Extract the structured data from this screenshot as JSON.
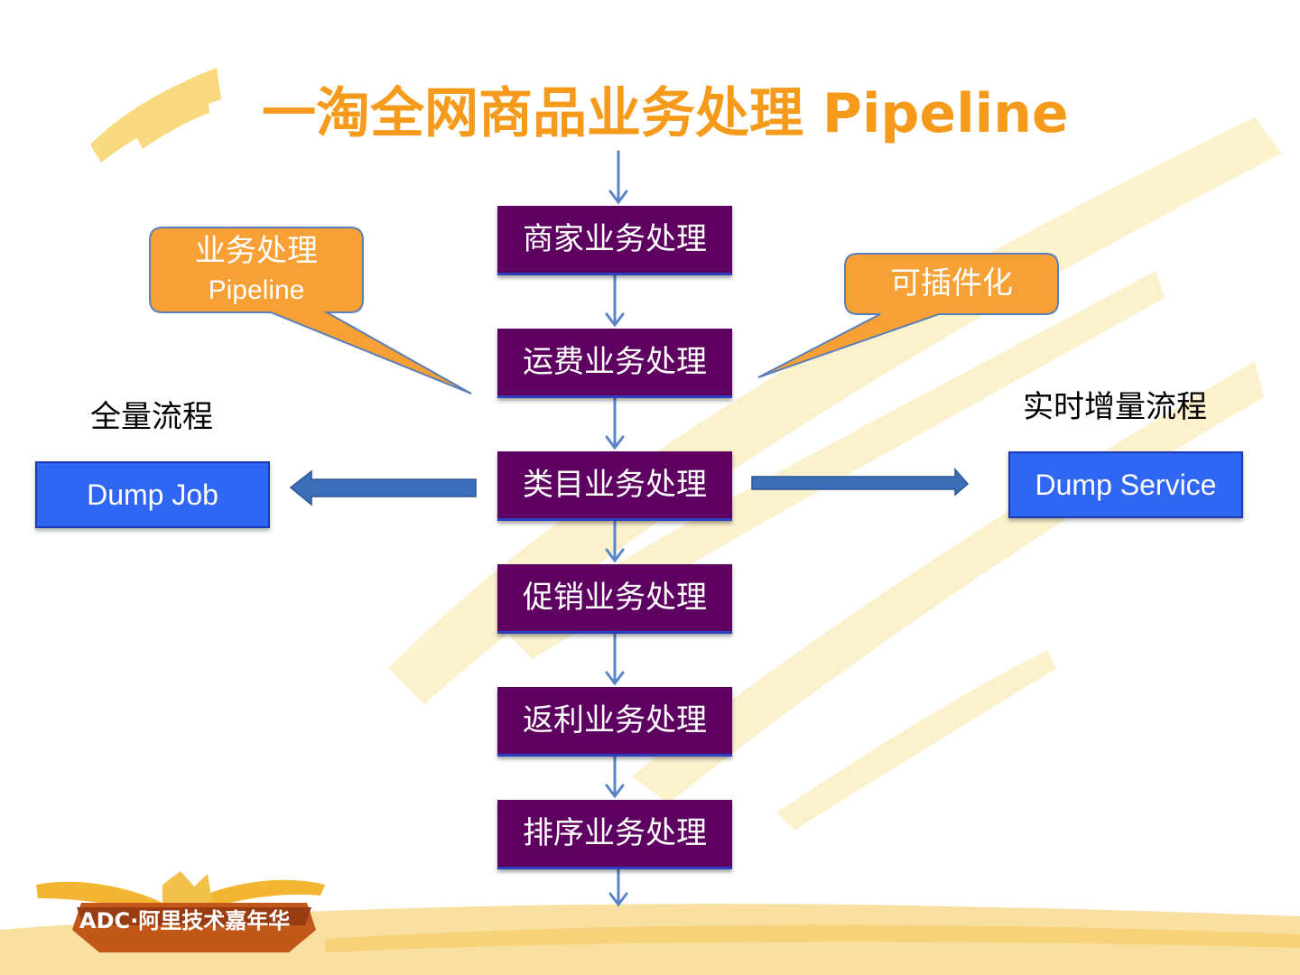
{
  "title": "一淘全网商品业务处理 Pipeline",
  "steps": [
    {
      "label": "商家业务处理"
    },
    {
      "label": "运费业务处理"
    },
    {
      "label": "类目业务处理"
    },
    {
      "label": "促销业务处理"
    },
    {
      "label": "返利业务处理"
    },
    {
      "label": "排序业务处理"
    }
  ],
  "left": {
    "heading": "全量流程",
    "box": "Dump Job"
  },
  "right": {
    "heading": "实时增量流程",
    "box": "Dump Service"
  },
  "callouts": {
    "left_line1": "业务处理",
    "left_line2": "Pipeline",
    "right": "可插件化"
  },
  "logo": {
    "text": "ADC·阿里技术嘉年华"
  },
  "colors": {
    "title": "#f59a1a",
    "step_fill": "#5e0060",
    "dump_fill": "#2f66f2",
    "callout_fill": "#f7a035",
    "flow_arrow": "#5b84c4"
  }
}
